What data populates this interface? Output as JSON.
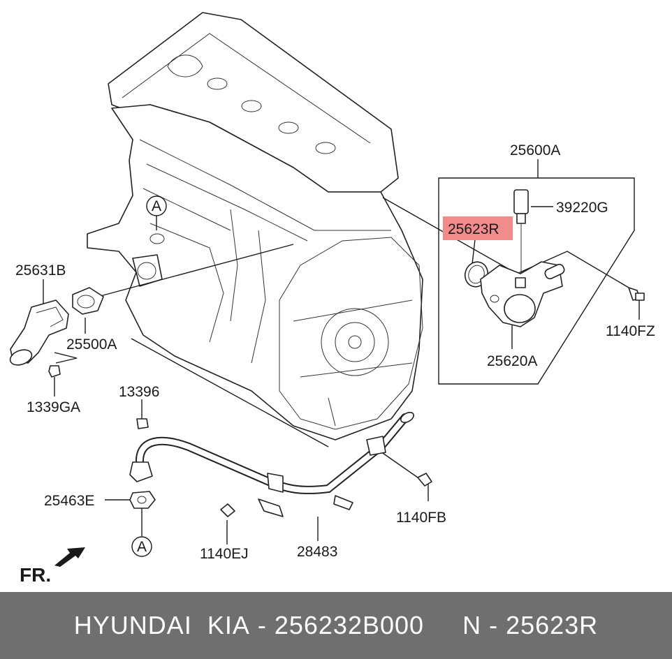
{
  "labels": {
    "l25600A": "25600A",
    "l39220G": "39220G",
    "l25623R": "25623R",
    "l1140FZ": "1140FZ",
    "l25620A": "25620A",
    "l25631B": "25631B",
    "l25500A": "25500A",
    "l1339GA": "1339GA",
    "l13396": "13396",
    "l25463E": "25463E",
    "l1140FB": "1140FB",
    "l1140EJ": "1140EJ",
    "l28483": "28483",
    "refA1": "A",
    "refA2": "A",
    "fr": "FR."
  },
  "highlight_color": "#f28b8b",
  "footer": {
    "brand": "HYUNDAI  KIA",
    "sep1": " - ",
    "part_number": "256232B000",
    "gap": "     ",
    "n_prefix": "N",
    "sep2": " - ",
    "ref": "25623R"
  },
  "footer_bg": "#6f6f6f"
}
